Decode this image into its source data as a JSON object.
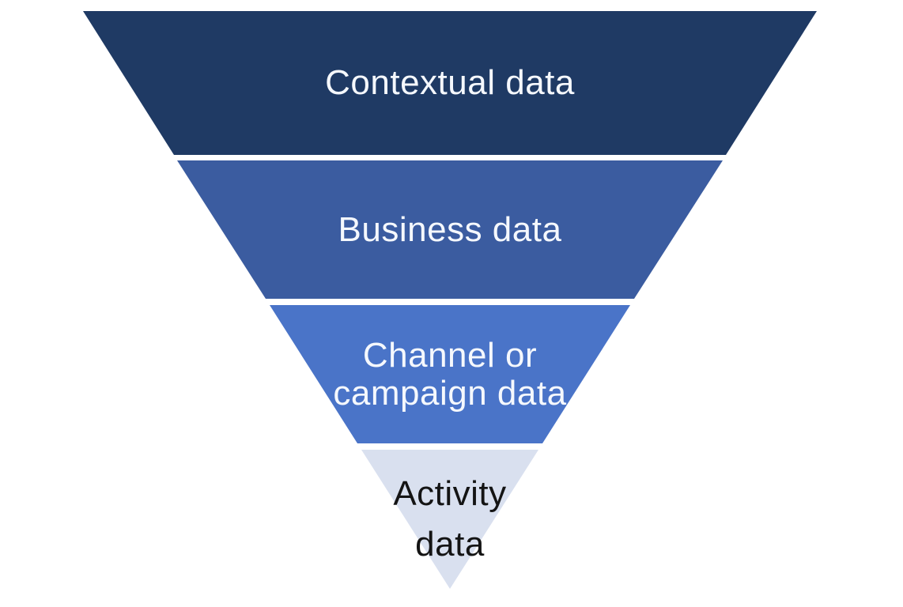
{
  "page": {
    "background_color": "#ffffff",
    "description": "Inverted funnel diagram of data types"
  },
  "funnel": {
    "separator_color": "#ffffff",
    "layers": [
      {
        "label": "Contextual data",
        "lines": [
          "Contextual data"
        ],
        "color": "#1f3a64",
        "text_color": "#f5f8fd"
      },
      {
        "label": "Business data",
        "lines": [
          "Business data"
        ],
        "color": "#3b5ca0",
        "text_color": "#f5f8fd"
      },
      {
        "label": "Channel or campaign data",
        "lines": [
          "Channel or",
          "campaign data"
        ],
        "color": "#4a74c8",
        "text_color": "#f5f8fd"
      },
      {
        "label": "Activity data",
        "lines": [
          "Activity",
          "data"
        ],
        "color": "#d9e0ef",
        "text_color": "#141414"
      }
    ]
  }
}
